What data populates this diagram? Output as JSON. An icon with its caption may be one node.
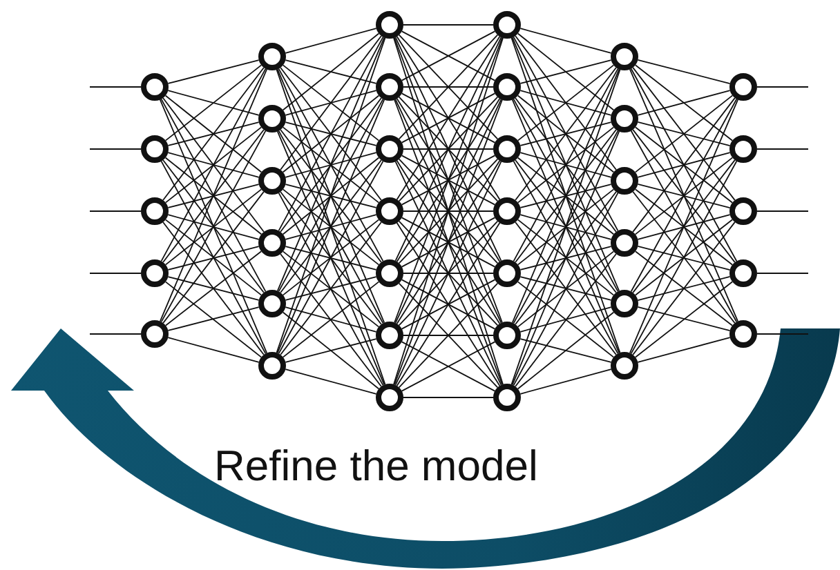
{
  "diagram": {
    "nodes": [
      {
        "text": [],
        "shape": "circle"
      },
      {
        "text": [],
        "shape": "circle"
      },
      {
        "text": [],
        "shape": "circle"
      },
      {
        "text": [],
        "shape": "circle"
      },
      {
        "text": [],
        "shape": "circle"
      },
      {
        "text": [],
        "shape": "circle"
      },
      {
        "text": [],
        "shape": "circle"
      },
      {
        "text": [],
        "shape": "circle"
      },
      {
        "text": [],
        "shape": "circle"
      },
      {
        "text": [],
        "shape": "circle"
      },
      {
        "text": [],
        "shape": "circle"
      },
      {
        "text": [],
        "shape": "circle"
      },
      {
        "text": [],
        "shape": "circle"
      },
      {
        "text": [],
        "shape": "circle"
      },
      {
        "text": [],
        "shape": "circle"
      },
      {
        "text": [],
        "shape": "circle"
      },
      {
        "text": [],
        "shape": "circle"
      },
      {
        "text": [],
        "shape": "circle"
      },
      {
        "text": [],
        "shape": "circle"
      },
      {
        "text": [],
        "shape": "circle"
      },
      {
        "text": [],
        "shape": "circle"
      },
      {
        "text": [],
        "shape": "circle"
      },
      {
        "text": [],
        "shape": "circle"
      },
      {
        "text": [],
        "shape": "circle"
      },
      {
        "text": [],
        "shape": "circle"
      },
      {
        "text": [],
        "shape": "circle"
      },
      {
        "text": [],
        "shape": "circle"
      },
      {
        "text": [],
        "shape": "circle"
      },
      {
        "text": [],
        "shape": "circle"
      },
      {
        "text": [],
        "shape": "circle"
      },
      {
        "text": [],
        "shape": "circle"
      },
      {
        "text": [],
        "shape": "circle"
      },
      {
        "text": [],
        "shape": "circle"
      },
      {
        "text": [],
        "shape": "circle"
      },
      {
        "text": [],
        "shape": "circle"
      },
      {
        "text": [],
        "shape": "circle"
      }
    ],
    "edges": [
      {
        "from": null,
        "to": 0,
        "arrow": "none"
      },
      {
        "from": null,
        "to": 1,
        "arrow": "none"
      },
      {
        "from": null,
        "to": 2,
        "arrow": "none"
      },
      {
        "from": null,
        "to": 3,
        "arrow": "none"
      },
      {
        "from": null,
        "to": 4,
        "arrow": "none"
      },
      {
        "from": 0,
        "to": 5,
        "arrow": "none"
      },
      {
        "from": 0,
        "to": 6,
        "arrow": "none"
      },
      {
        "from": 0,
        "to": 7,
        "arrow": "none"
      },
      {
        "from": 0,
        "to": 8,
        "arrow": "none"
      },
      {
        "from": 0,
        "to": 9,
        "arrow": "none"
      },
      {
        "from": 0,
        "to": 10,
        "arrow": "none"
      },
      {
        "from": 1,
        "to": 5,
        "arrow": "none"
      },
      {
        "from": 1,
        "to": 6,
        "arrow": "none"
      },
      {
        "from": 1,
        "to": 7,
        "arrow": "none"
      },
      {
        "from": 1,
        "to": 8,
        "arrow": "none"
      },
      {
        "from": 1,
        "to": 9,
        "arrow": "none"
      },
      {
        "from": 1,
        "to": 10,
        "arrow": "none"
      },
      {
        "from": 2,
        "to": 5,
        "arrow": "none"
      },
      {
        "from": 2,
        "to": 6,
        "arrow": "none"
      },
      {
        "from": 2,
        "to": 7,
        "arrow": "none"
      },
      {
        "from": 2,
        "to": 8,
        "arrow": "none"
      },
      {
        "from": 2,
        "to": 9,
        "arrow": "none"
      },
      {
        "from": 2,
        "to": 10,
        "arrow": "none"
      },
      {
        "from": 3,
        "to": 5,
        "arrow": "none"
      },
      {
        "from": 3,
        "to": 6,
        "arrow": "none"
      },
      {
        "from": 3,
        "to": 7,
        "arrow": "none"
      },
      {
        "from": 3,
        "to": 8,
        "arrow": "none"
      },
      {
        "from": 3,
        "to": 9,
        "arrow": "none"
      },
      {
        "from": 3,
        "to": 10,
        "arrow": "none"
      },
      {
        "from": 4,
        "to": 5,
        "arrow": "none"
      },
      {
        "from": 4,
        "to": 6,
        "arrow": "none"
      },
      {
        "from": 4,
        "to": 7,
        "arrow": "none"
      },
      {
        "from": 4,
        "to": 8,
        "arrow": "none"
      },
      {
        "from": 4,
        "to": 9,
        "arrow": "none"
      },
      {
        "from": 4,
        "to": 10,
        "arrow": "none"
      },
      {
        "from": 5,
        "to": 11,
        "arrow": "none"
      },
      {
        "from": 5,
        "to": 12,
        "arrow": "none"
      },
      {
        "from": 5,
        "to": 13,
        "arrow": "none"
      },
      {
        "from": 5,
        "to": 14,
        "arrow": "none"
      },
      {
        "from": 5,
        "to": 15,
        "arrow": "none"
      },
      {
        "from": 5,
        "to": 16,
        "arrow": "none"
      },
      {
        "from": 5,
        "to": 17,
        "arrow": "none"
      },
      {
        "from": 6,
        "to": 11,
        "arrow": "none"
      },
      {
        "from": 6,
        "to": 12,
        "arrow": "none"
      },
      {
        "from": 6,
        "to": 13,
        "arrow": "none"
      },
      {
        "from": 6,
        "to": 14,
        "arrow": "none"
      },
      {
        "from": 6,
        "to": 15,
        "arrow": "none"
      },
      {
        "from": 6,
        "to": 16,
        "arrow": "none"
      },
      {
        "from": 6,
        "to": 17,
        "arrow": "none"
      },
      {
        "from": 7,
        "to": 11,
        "arrow": "none"
      },
      {
        "from": 7,
        "to": 12,
        "arrow": "none"
      },
      {
        "from": 7,
        "to": 13,
        "arrow": "none"
      },
      {
        "from": 7,
        "to": 14,
        "arrow": "none"
      },
      {
        "from": 7,
        "to": 15,
        "arrow": "none"
      },
      {
        "from": 7,
        "to": 16,
        "arrow": "none"
      },
      {
        "from": 7,
        "to": 17,
        "arrow": "none"
      },
      {
        "from": 8,
        "to": 11,
        "arrow": "none"
      },
      {
        "from": 8,
        "to": 12,
        "arrow": "none"
      },
      {
        "from": 8,
        "to": 13,
        "arrow": "none"
      },
      {
        "from": 8,
        "to": 14,
        "arrow": "none"
      },
      {
        "from": 8,
        "to": 15,
        "arrow": "none"
      },
      {
        "from": 8,
        "to": 16,
        "arrow": "none"
      },
      {
        "from": 8,
        "to": 17,
        "arrow": "none"
      },
      {
        "from": 9,
        "to": 11,
        "arrow": "none"
      },
      {
        "from": 9,
        "to": 12,
        "arrow": "none"
      },
      {
        "from": 9,
        "to": 13,
        "arrow": "none"
      },
      {
        "from": 9,
        "to": 14,
        "arrow": "none"
      },
      {
        "from": 9,
        "to": 15,
        "arrow": "none"
      },
      {
        "from": 9,
        "to": 16,
        "arrow": "none"
      },
      {
        "from": 9,
        "to": 17,
        "arrow": "none"
      },
      {
        "from": 10,
        "to": 11,
        "arrow": "none"
      },
      {
        "from": 10,
        "to": 12,
        "arrow": "none"
      },
      {
        "from": 10,
        "to": 13,
        "arrow": "none"
      },
      {
        "from": 10,
        "to": 14,
        "arrow": "none"
      },
      {
        "from": 10,
        "to": 15,
        "arrow": "none"
      },
      {
        "from": 10,
        "to": 16,
        "arrow": "none"
      },
      {
        "from": 10,
        "to": 17,
        "arrow": "none"
      },
      {
        "from": 11,
        "to": 18,
        "arrow": "none"
      },
      {
        "from": 11,
        "to": 19,
        "arrow": "none"
      },
      {
        "from": 11,
        "to": 20,
        "arrow": "none"
      },
      {
        "from": 11,
        "to": 21,
        "arrow": "none"
      },
      {
        "from": 11,
        "to": 22,
        "arrow": "none"
      },
      {
        "from": 11,
        "to": 23,
        "arrow": "none"
      },
      {
        "from": 11,
        "to": 24,
        "arrow": "none"
      },
      {
        "from": 12,
        "to": 18,
        "arrow": "none"
      },
      {
        "from": 12,
        "to": 19,
        "arrow": "none"
      },
      {
        "from": 12,
        "to": 20,
        "arrow": "none"
      },
      {
        "from": 12,
        "to": 21,
        "arrow": "none"
      },
      {
        "from": 12,
        "to": 22,
        "arrow": "none"
      },
      {
        "from": 12,
        "to": 23,
        "arrow": "none"
      },
      {
        "from": 12,
        "to": 24,
        "arrow": "none"
      },
      {
        "from": 13,
        "to": 18,
        "arrow": "none"
      },
      {
        "from": 13,
        "to": 19,
        "arrow": "none"
      },
      {
        "from": 13,
        "to": 20,
        "arrow": "none"
      },
      {
        "from": 13,
        "to": 21,
        "arrow": "none"
      },
      {
        "from": 13,
        "to": 22,
        "arrow": "none"
      },
      {
        "from": 13,
        "to": 23,
        "arrow": "none"
      },
      {
        "from": 13,
        "to": 24,
        "arrow": "none"
      },
      {
        "from": 14,
        "to": 18,
        "arrow": "none"
      },
      {
        "from": 14,
        "to": 19,
        "arrow": "none"
      },
      {
        "from": 14,
        "to": 20,
        "arrow": "none"
      },
      {
        "from": 14,
        "to": 21,
        "arrow": "none"
      },
      {
        "from": 14,
        "to": 22,
        "arrow": "none"
      },
      {
        "from": 14,
        "to": 23,
        "arrow": "none"
      },
      {
        "from": 14,
        "to": 24,
        "arrow": "none"
      },
      {
        "from": 15,
        "to": 18,
        "arrow": "none"
      },
      {
        "from": 15,
        "to": 19,
        "arrow": "none"
      },
      {
        "from": 15,
        "to": 20,
        "arrow": "none"
      },
      {
        "from": 15,
        "to": 21,
        "arrow": "none"
      },
      {
        "from": 15,
        "to": 22,
        "arrow": "none"
      },
      {
        "from": 15,
        "to": 23,
        "arrow": "none"
      },
      {
        "from": 15,
        "to": 24,
        "arrow": "none"
      },
      {
        "from": 16,
        "to": 18,
        "arrow": "none"
      },
      {
        "from": 16,
        "to": 19,
        "arrow": "none"
      },
      {
        "from": 16,
        "to": 20,
        "arrow": "none"
      },
      {
        "from": 16,
        "to": 21,
        "arrow": "none"
      },
      {
        "from": 16,
        "to": 22,
        "arrow": "none"
      },
      {
        "from": 16,
        "to": 23,
        "arrow": "none"
      },
      {
        "from": 16,
        "to": 24,
        "arrow": "none"
      },
      {
        "from": 17,
        "to": 18,
        "arrow": "none"
      },
      {
        "from": 17,
        "to": 19,
        "arrow": "none"
      },
      {
        "from": 17,
        "to": 20,
        "arrow": "none"
      },
      {
        "from": 17,
        "to": 21,
        "arrow": "none"
      },
      {
        "from": 17,
        "to": 22,
        "arrow": "none"
      },
      {
        "from": 17,
        "to": 23,
        "arrow": "none"
      },
      {
        "from": 17,
        "to": 24,
        "arrow": "none"
      },
      {
        "from": 18,
        "to": 25,
        "arrow": "none"
      },
      {
        "from": 18,
        "to": 26,
        "arrow": "none"
      },
      {
        "from": 18,
        "to": 27,
        "arrow": "none"
      },
      {
        "from": 18,
        "to": 28,
        "arrow": "none"
      },
      {
        "from": 18,
        "to": 29,
        "arrow": "none"
      },
      {
        "from": 18,
        "to": 30,
        "arrow": "none"
      },
      {
        "from": 19,
        "to": 25,
        "arrow": "none"
      },
      {
        "from": 19,
        "to": 26,
        "arrow": "none"
      },
      {
        "from": 19,
        "to": 27,
        "arrow": "none"
      },
      {
        "from": 19,
        "to": 28,
        "arrow": "none"
      },
      {
        "from": 19,
        "to": 29,
        "arrow": "none"
      },
      {
        "from": 19,
        "to": 30,
        "arrow": "none"
      },
      {
        "from": 20,
        "to": 25,
        "arrow": "none"
      },
      {
        "from": 20,
        "to": 26,
        "arrow": "none"
      },
      {
        "from": 20,
        "to": 27,
        "arrow": "none"
      },
      {
        "from": 20,
        "to": 28,
        "arrow": "none"
      },
      {
        "from": 20,
        "to": 29,
        "arrow": "none"
      },
      {
        "from": 20,
        "to": 30,
        "arrow": "none"
      },
      {
        "from": 21,
        "to": 25,
        "arrow": "none"
      },
      {
        "from": 21,
        "to": 26,
        "arrow": "none"
      },
      {
        "from": 21,
        "to": 27,
        "arrow": "none"
      },
      {
        "from": 21,
        "to": 28,
        "arrow": "none"
      },
      {
        "from": 21,
        "to": 29,
        "arrow": "none"
      },
      {
        "from": 21,
        "to": 30,
        "arrow": "none"
      },
      {
        "from": 22,
        "to": 25,
        "arrow": "none"
      },
      {
        "from": 22,
        "to": 26,
        "arrow": "none"
      },
      {
        "from": 22,
        "to": 27,
        "arrow": "none"
      },
      {
        "from": 22,
        "to": 28,
        "arrow": "none"
      },
      {
        "from": 22,
        "to": 29,
        "arrow": "none"
      },
      {
        "from": 22,
        "to": 30,
        "arrow": "none"
      },
      {
        "from": 23,
        "to": 25,
        "arrow": "none"
      },
      {
        "from": 23,
        "to": 26,
        "arrow": "none"
      },
      {
        "from": 23,
        "to": 27,
        "arrow": "none"
      },
      {
        "from": 23,
        "to": 28,
        "arrow": "none"
      },
      {
        "from": 23,
        "to": 29,
        "arrow": "none"
      },
      {
        "from": 23,
        "to": 30,
        "arrow": "none"
      },
      {
        "from": 24,
        "to": 25,
        "arrow": "none"
      },
      {
        "from": 24,
        "to": 26,
        "arrow": "none"
      },
      {
        "from": 24,
        "to": 27,
        "arrow": "none"
      },
      {
        "from": 24,
        "to": 28,
        "arrow": "none"
      },
      {
        "from": 24,
        "to": 29,
        "arrow": "none"
      },
      {
        "from": 24,
        "to": 30,
        "arrow": "none"
      },
      {
        "from": 25,
        "to": 31,
        "arrow": "none"
      },
      {
        "from": 25,
        "to": 32,
        "arrow": "none"
      },
      {
        "from": 25,
        "to": 33,
        "arrow": "none"
      },
      {
        "from": 25,
        "to": 34,
        "arrow": "none"
      },
      {
        "from": 25,
        "to": 35,
        "arrow": "none"
      },
      {
        "from": 26,
        "to": 31,
        "arrow": "none"
      },
      {
        "from": 26,
        "to": 32,
        "arrow": "none"
      },
      {
        "from": 26,
        "to": 33,
        "arrow": "none"
      },
      {
        "from": 26,
        "to": 34,
        "arrow": "none"
      },
      {
        "from": 26,
        "to": 35,
        "arrow": "none"
      },
      {
        "from": 27,
        "to": 31,
        "arrow": "none"
      },
      {
        "from": 27,
        "to": 32,
        "arrow": "none"
      },
      {
        "from": 27,
        "to": 33,
        "arrow": "none"
      },
      {
        "from": 27,
        "to": 34,
        "arrow": "none"
      },
      {
        "from": 27,
        "to": 35,
        "arrow": "none"
      },
      {
        "from": 28,
        "to": 31,
        "arrow": "none"
      },
      {
        "from": 28,
        "to": 32,
        "arrow": "none"
      },
      {
        "from": 28,
        "to": 33,
        "arrow": "none"
      },
      {
        "from": 28,
        "to": 34,
        "arrow": "none"
      },
      {
        "from": 28,
        "to": 35,
        "arrow": "none"
      },
      {
        "from": 29,
        "to": 31,
        "arrow": "none"
      },
      {
        "from": 29,
        "to": 32,
        "arrow": "none"
      },
      {
        "from": 29,
        "to": 33,
        "arrow": "none"
      },
      {
        "from": 29,
        "to": 34,
        "arrow": "none"
      },
      {
        "from": 29,
        "to": 35,
        "arrow": "none"
      },
      {
        "from": 30,
        "to": 31,
        "arrow": "none"
      },
      {
        "from": 30,
        "to": 32,
        "arrow": "none"
      },
      {
        "from": 30,
        "to": 33,
        "arrow": "none"
      },
      {
        "from": 30,
        "to": 34,
        "arrow": "none"
      },
      {
        "from": 30,
        "to": 35,
        "arrow": "none"
      },
      {
        "from": 31,
        "to": null,
        "arrow": "none"
      },
      {
        "from": 32,
        "to": null,
        "arrow": "none"
      },
      {
        "from": 33,
        "to": null,
        "arrow": "none"
      },
      {
        "from": 34,
        "to": null,
        "arrow": "none"
      },
      {
        "from": 35,
        "to": null,
        "arrow": "none"
      }
    ],
    "labels": [
      "Refine the model"
    ]
  }
}
